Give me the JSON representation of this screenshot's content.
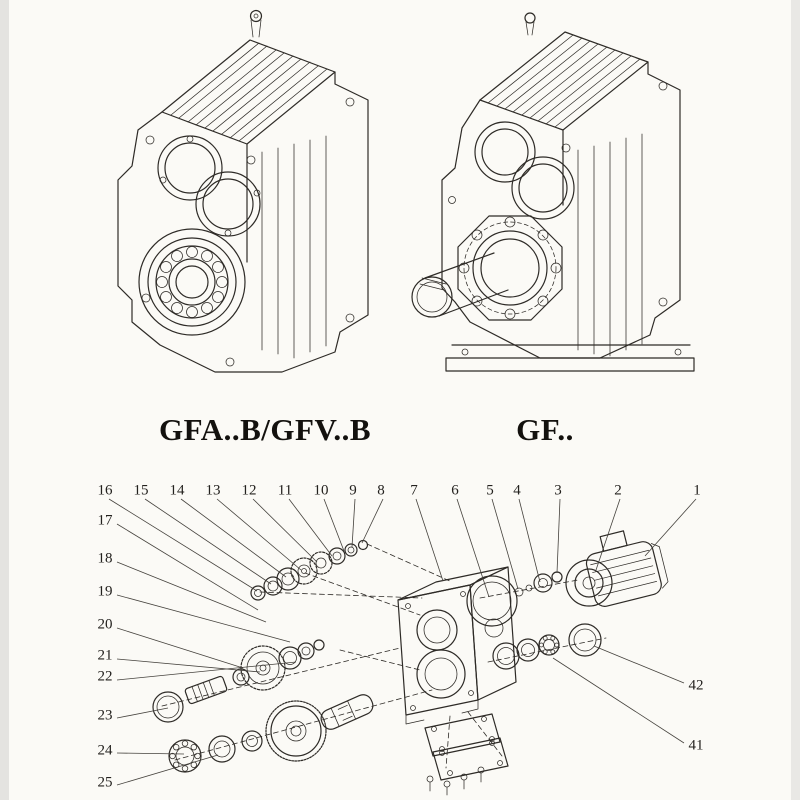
{
  "page": {
    "background_color": "#fbfaf6",
    "line_color": "#2e2b27"
  },
  "models": [
    {
      "name": "GFA..B/GFV..B"
    },
    {
      "name": "GF.."
    }
  ],
  "exploded": {
    "top_row": [
      "16",
      "15",
      "14",
      "13",
      "12",
      "11",
      "10",
      "9",
      "8",
      "7",
      "6",
      "5",
      "4",
      "3",
      "2",
      "1"
    ],
    "left_column": [
      "17",
      "18",
      "19",
      "20",
      "21",
      "22",
      "23",
      "24",
      "25"
    ],
    "right_column": [
      "42",
      "41"
    ]
  }
}
